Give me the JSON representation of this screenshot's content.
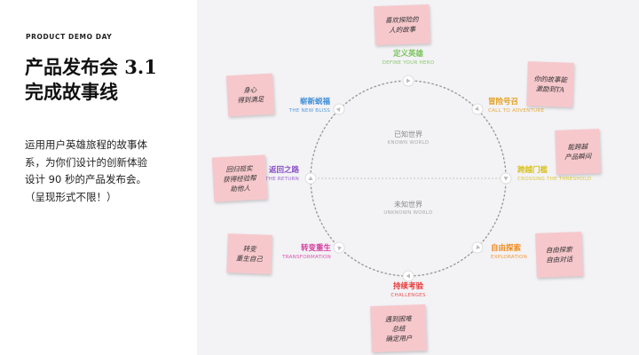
{
  "header": {
    "eyebrow": "PRODUCT DEMO DAY",
    "title_line1": "产品发布会 3.1",
    "title_line2": "完成故事线"
  },
  "description": {
    "line1": "运用用户英雄旅程的故事体",
    "line2": "系，为你们设计的创新体验",
    "line3": "设计 90 秒的产品发布会。",
    "line4": "（呈现形式不限！）"
  },
  "worlds": {
    "known": {
      "zh": "已知世界",
      "en": "KNOWN WORLD"
    },
    "unknown": {
      "zh": "未知世界",
      "en": "UNKNOWN WORLD"
    }
  },
  "stages": [
    {
      "zh": "定义英雄",
      "en": "DEFINE YOUR HERO",
      "color": "#79c35a"
    },
    {
      "zh": "冒险号召",
      "en": "CALL TO ADVENTURE",
      "color": "#e5a020"
    },
    {
      "zh": "跨越门槛",
      "en": "CROSSING THE THRESHOLD",
      "color": "#d8c21a"
    },
    {
      "zh": "自由探索",
      "en": "EXPLORATION",
      "color": "#f08a1c"
    },
    {
      "zh": "持续考验",
      "en": "CHALLENGES",
      "color": "#e63a3a"
    },
    {
      "zh": "转变重生",
      "en": "TRANSFORMATION",
      "color": "#d63aa0"
    },
    {
      "zh": "返回之路",
      "en": "THE RETURN",
      "color": "#8a4fc9"
    },
    {
      "zh": "崭新蜕福",
      "en": "THE NEW BLISS",
      "color": "#3e8ed8"
    }
  ],
  "notes": [
    {
      "l1": "喜欢探险的",
      "l2": "人的故事"
    },
    {
      "l1": "你的故事能",
      "l2": "激励到TA"
    },
    {
      "l1": "能跨越",
      "l2": "产品瞬间"
    },
    {
      "l1": "自由探索",
      "l2": "自由对话"
    },
    {
      "l1": "遇到困难",
      "l2": "总结",
      "l3": "确定用户"
    },
    {
      "l1": "转变",
      "l2": "重生自己"
    },
    {
      "l1": "回归现实",
      "l2": "获得经验帮",
      "l3": "助他人"
    },
    {
      "l1": "身心",
      "l2": "得到满足"
    }
  ]
}
